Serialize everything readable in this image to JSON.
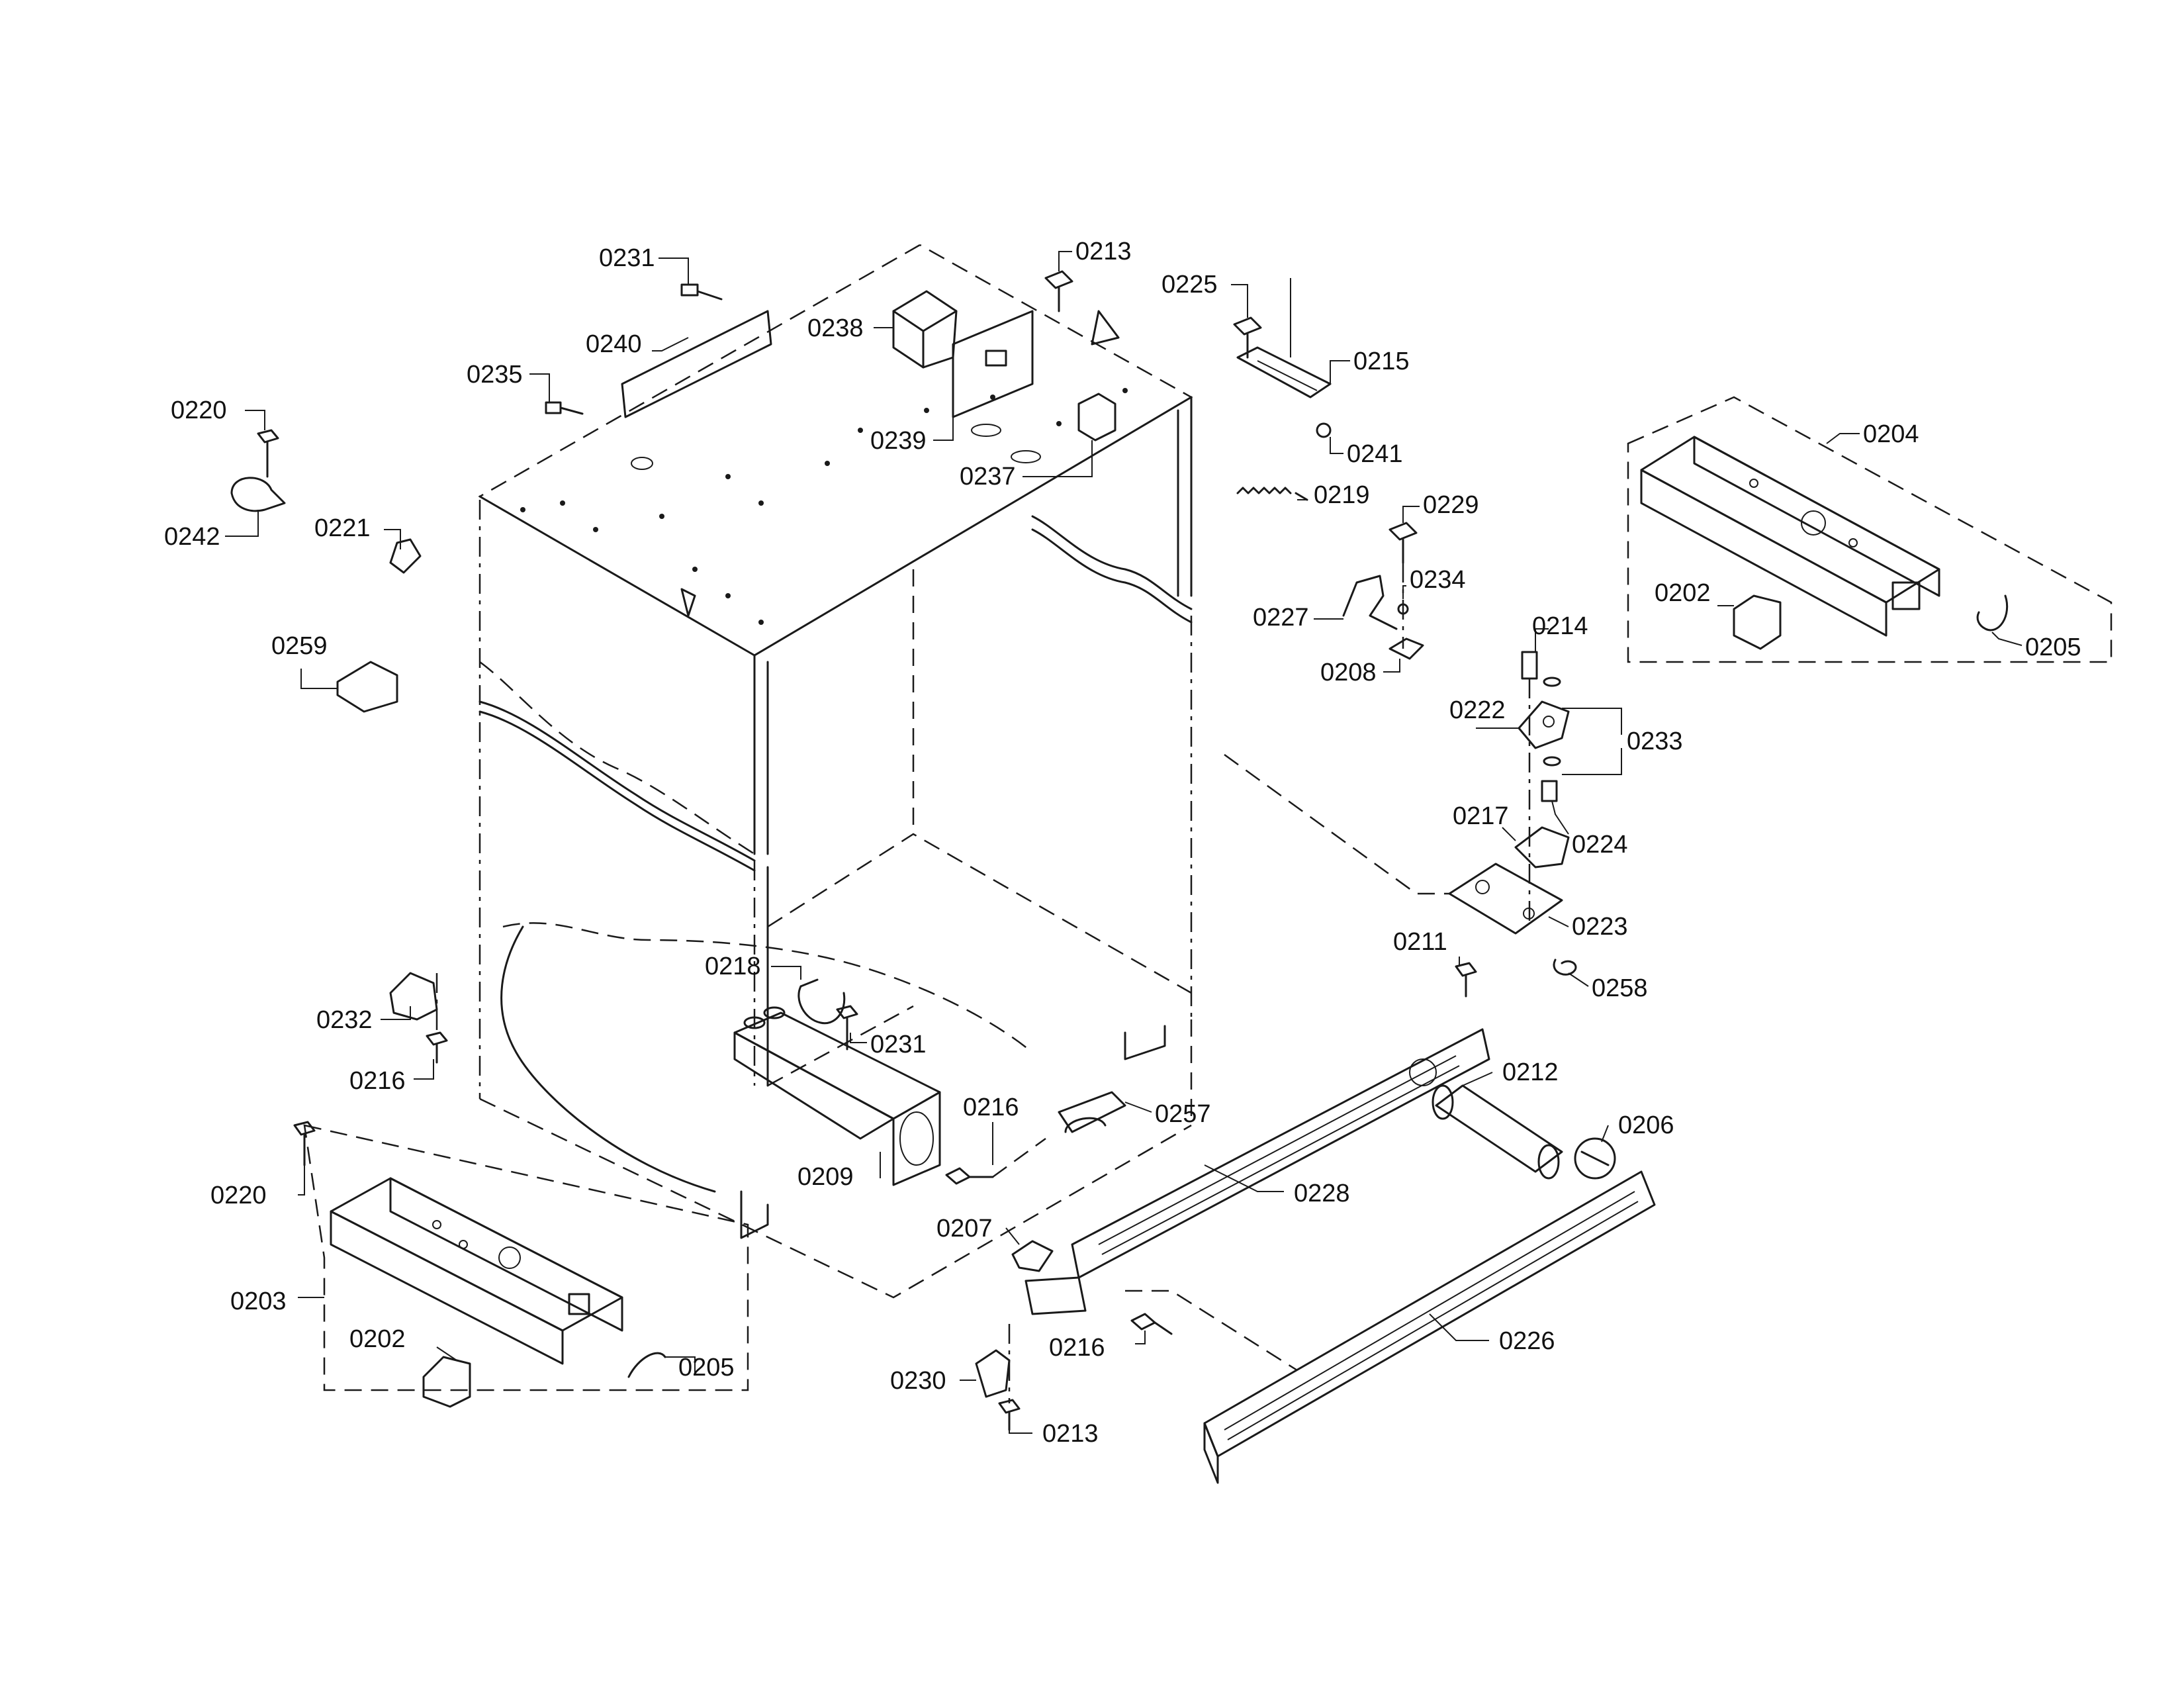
{
  "callouts": {
    "c0231a": "0231",
    "c0213a": "0213",
    "c0225": "0225",
    "c0215": "0215",
    "c0240": "0240",
    "c0235": "0235",
    "c0238": "0238",
    "c0239": "0239",
    "c0237": "0237",
    "c0241": "0241",
    "c0220a": "0220",
    "c0242": "0242",
    "c0221": "0221",
    "c0259": "0259",
    "c0204": "0204",
    "c0202a": "0202",
    "c0205a": "0205",
    "c0219": "0219",
    "c0229": "0229",
    "c0234": "0234",
    "c0227": "0227",
    "c0208": "0208",
    "c0214": "0214",
    "c0222": "0222",
    "c0233": "0233",
    "c0217": "0217",
    "c0224": "0224",
    "c0223": "0223",
    "c0211": "0211",
    "c0258": "0258",
    "c0218": "0218",
    "c0231b": "0231",
    "c0232": "0232",
    "c0216a": "0216",
    "c0216b": "0216",
    "c0209": "0209",
    "c0257": "0257",
    "c0212": "0212",
    "c0206": "0206",
    "c0228": "0228",
    "c0220b": "0220",
    "c0203": "0203",
    "c0202b": "0202",
    "c0205b": "0205",
    "c0207": "0207",
    "c0216c": "0216",
    "c0226": "0226",
    "c0230": "0230",
    "c0213b": "0213"
  }
}
